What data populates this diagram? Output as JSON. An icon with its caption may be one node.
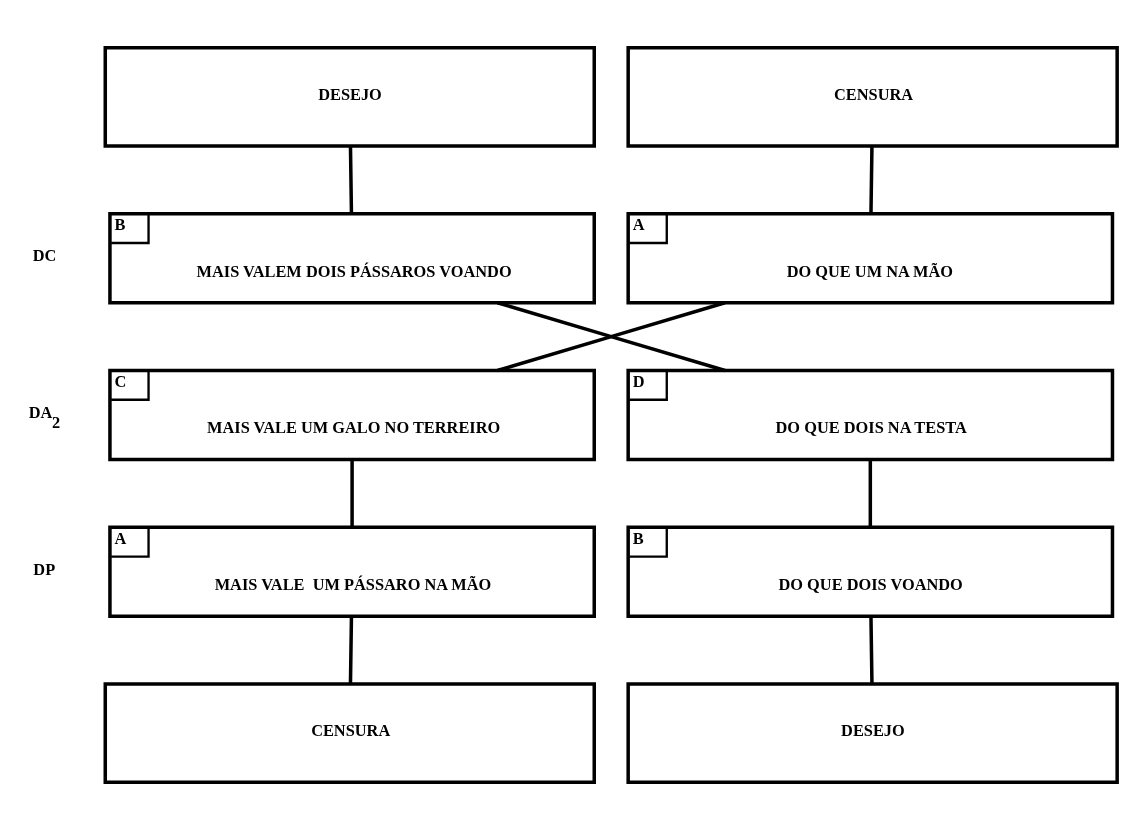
{
  "diagram": {
    "nodes": [
      {
        "text": [
          "DESEJO"
        ]
      },
      {
        "text": [
          "CENSURA"
        ]
      },
      {
        "text": [
          "B",
          "MAIS VALEM DOIS PÁSSAROS VOANDO"
        ]
      },
      {
        "text": [
          "A",
          "DO QUE UM NA MÃO"
        ]
      },
      {
        "text": [
          "C",
          "MAIS VALE UM GALO NO TERREIRO"
        ]
      },
      {
        "text": [
          "D",
          "DO QUE DOIS NA TESTA"
        ]
      },
      {
        "text": [
          "A",
          "MAIS VALE  UM PÁSSARO NA MÃO"
        ]
      },
      {
        "text": [
          "B",
          "DO QUE DOIS VOANDO"
        ]
      },
      {
        "text": [
          "CENSURA"
        ]
      },
      {
        "text": [
          "DESEJO"
        ]
      }
    ],
    "edges": [
      {
        "from": 0,
        "to": 2,
        "arrow": "none"
      },
      {
        "from": 1,
        "to": 3,
        "arrow": "none"
      },
      {
        "from": 2,
        "to": 5,
        "arrow": "none"
      },
      {
        "from": 3,
        "to": 4,
        "arrow": "none"
      },
      {
        "from": 4,
        "to": 6,
        "arrow": "none"
      },
      {
        "from": 5,
        "to": 7,
        "arrow": "none"
      },
      {
        "from": 6,
        "to": 8,
        "arrow": "none"
      },
      {
        "from": 7,
        "to": 9,
        "arrow": "none"
      }
    ],
    "labels": [
      "DC",
      "DA$_{2}$",
      "DP"
    ]
  }
}
